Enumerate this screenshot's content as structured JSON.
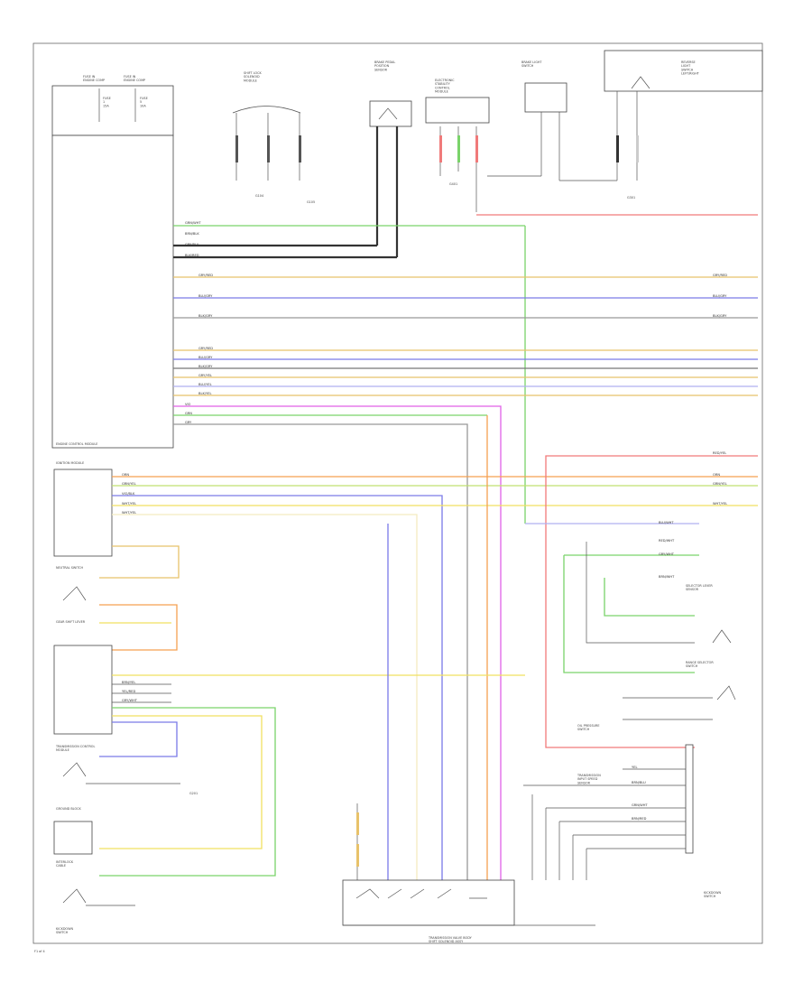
{
  "diagram": {
    "page_number": "F1 of 4",
    "components": {
      "fuse_box": {
        "title_left": "FUSE IN\nENGINE COMP",
        "title_right": "FUSE IN\nENGINE COMP",
        "sub_left": "FUSE\n1\n15A",
        "sub_right": "FUSE\n5\n10A"
      },
      "gear_selector": {
        "title": "SHIFT LOCK\nSOLENOID\nMODULE"
      },
      "reverse_light_switch": {
        "title": "REVERSE\nLIGHT\nSWITCH\nLEFT/RIGHT"
      },
      "brake_light_switch": {
        "title": "BRAKE LIGHT\nSWITCH"
      },
      "brake_pedal_sensor": {
        "title": "BRAKE PEDAL\nPOSITION\nSENSOR"
      },
      "electronic_module": {
        "title": "ELECTRONIC\nSTABILITY\nCONTROL\nMODULE"
      },
      "engine_control_module": {
        "title": "ENGINE CONTROL MODULE"
      },
      "ignition_module": {
        "title": "IGNITION MODULE"
      },
      "neutral_switch": {
        "title": "NEUTRAL SWITCH"
      },
      "tcm_module": {
        "title": "TRANSMISSION CONTROL\nMODULE"
      },
      "shift_lever": {
        "title": "GEAR SHIFT LEVER"
      },
      "ground_block": {
        "title": "GROUND BLOCK"
      },
      "interlock_cable": {
        "title": "INTERLOCK\nCABLE"
      },
      "valve_body": {
        "title": "TRANSMISSION VALVE BODY\nSHIFT SOLENOID ASSY"
      },
      "speed_sensor": {
        "title": "TRANSMISSION\nINPUT SPEED\nSENSOR"
      },
      "kickdown_switch": {
        "title": "KICKDOWN\nSWITCH"
      },
      "selector_sensor": {
        "title": "SELECTOR LEVER\nSENSOR"
      },
      "range_switch": {
        "title": "RANGE SELECTOR\nSWITCH"
      },
      "oil_pressure": {
        "title": "OIL PRESSURE\nSWITCH"
      }
    },
    "wire_labels": [
      "GRN/WHT",
      "BRN/BLK",
      "GRY/BLU",
      "BLK/RED",
      "GRY/RED",
      "BLU/GRY",
      "BLK/GRY",
      "GRY/RED",
      "BLU/GRY",
      "BLK/GRY",
      "GRY/YEL",
      "BLU/YEL",
      "BLK/YEL",
      "VIO",
      "GRN",
      "GRY",
      "ORN",
      "GRN/YEL",
      "VIO/BLK",
      "WHT/YEL",
      "WHT/YEL",
      "RED/YEL",
      "ORN",
      "GRN/YEL",
      "WHT/YEL",
      "BRN/YEL",
      "YEL/RED",
      "GRY/WHT",
      "BLU/WHT",
      "RED/WHT",
      "GRY/WHT",
      "BRN/WHT",
      "YEL",
      "BRN/BLU",
      "GRN/WHT",
      "BRN/RED"
    ],
    "grounds": [
      "G104",
      "G105",
      "G401",
      "G301",
      "G201"
    ],
    "colors": {
      "green": "#7ad36a",
      "black": "#333333",
      "orange_yellow": "#e8c26a",
      "blue": "#7a7ae8",
      "gray": "#999999",
      "magenta": "#e060e8",
      "red": "#f07a7a",
      "orange": "#f5a050",
      "yellow": "#f0e060",
      "light_yellow": "#f3ecc0",
      "light_blue": "#b0b0f0",
      "dark_gray": "#777777"
    }
  }
}
